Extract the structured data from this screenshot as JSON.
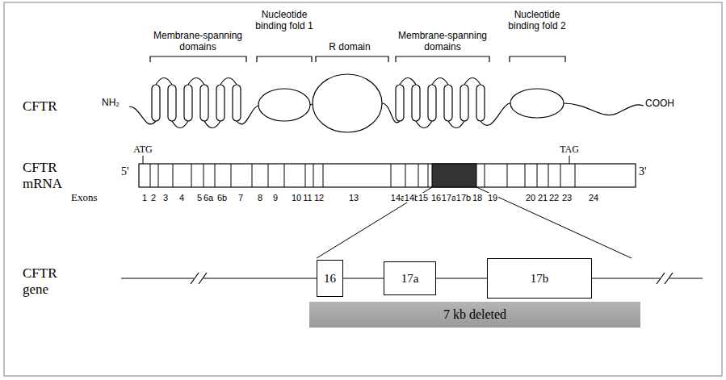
{
  "diagram": {
    "nodes": [
      {
        "text": [
          "16"
        ]
      },
      {
        "text": [
          "17a"
        ]
      },
      {
        "text": [
          "17b"
        ]
      },
      {
        "text": [
          "7 kb deleted"
        ]
      }
    ],
    "edges": [
      {
        "from": 0,
        "to": 1,
        "arrow": "none"
      },
      {
        "from": 1,
        "to": 2,
        "arrow": "none"
      }
    ],
    "labels": [
      "Membrane-spanning domains",
      "Nucleotide binding fold 1",
      "R domain",
      "Membrane-spanning domains",
      "Nucleotide binding fold 2",
      "CFTR",
      "NH₂",
      "COOH",
      "CFTR mRNA",
      "5'",
      "3'",
      "ATG",
      "TAG",
      "Exons",
      "1",
      "2",
      "3",
      "4",
      "5",
      "6a",
      "6b",
      "7",
      "8",
      "9",
      "10",
      "11",
      "12",
      "13",
      "14a",
      "14b",
      "15",
      "16",
      "17a",
      "17b",
      "18",
      "19",
      "20",
      "21",
      "22",
      "23",
      "24",
      "CFTR gene"
    ]
  }
}
